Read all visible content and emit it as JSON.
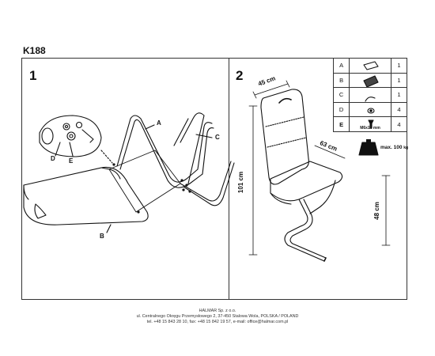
{
  "model": "K188",
  "steps": {
    "step1": "1",
    "step2": "2"
  },
  "callouts": {
    "a": "A",
    "b": "B",
    "c": "C",
    "d": "D",
    "e": "E"
  },
  "parts_table": {
    "rows": [
      {
        "letter": "A",
        "icon": "seat-icon",
        "qty": "1"
      },
      {
        "letter": "B",
        "icon": "backrest-icon",
        "qty": "1"
      },
      {
        "letter": "C",
        "icon": "frame-icon",
        "qty": "1"
      },
      {
        "letter": "D",
        "icon": "washer-icon",
        "qty": "4"
      },
      {
        "letter": "E",
        "icon": "bolt-icon",
        "qty": "4",
        "spec": "M6x16 mm"
      }
    ]
  },
  "dimensions": {
    "width": "45 cm",
    "depth": "63 cm",
    "height": "101 cm",
    "seat_height": "48 cm"
  },
  "max_load": "max. 100",
  "max_load_unit": "kg",
  "footer": {
    "line1": "HALMAR Sp. z o.o.",
    "line2": "ul. Centralnego Okręgu Przemysłowego 2, 37-450 Stalowa Wola, POLSKA / POLAND",
    "line3": "tel. +48 15 843 28 10, fax: +48 15 842 19 57, e-mail: office@halmar.com.pl"
  }
}
